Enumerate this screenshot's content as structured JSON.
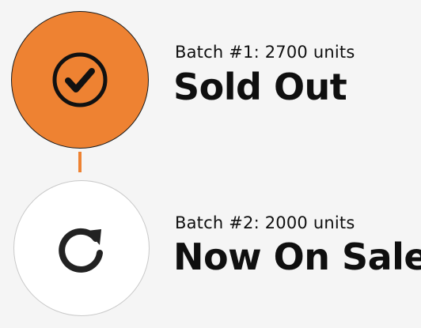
{
  "colors": {
    "accent": "#ee8232",
    "text": "#0f0f0f",
    "background": "#f5f5f5"
  },
  "batches": [
    {
      "label": "Batch #1: 2700 units",
      "status": "Sold Out",
      "icon": "check-circle-icon",
      "state": "completed"
    },
    {
      "label": "Batch #2: 2000 units",
      "status": "Now On Sale",
      "icon": "refresh-icon",
      "state": "active"
    }
  ]
}
